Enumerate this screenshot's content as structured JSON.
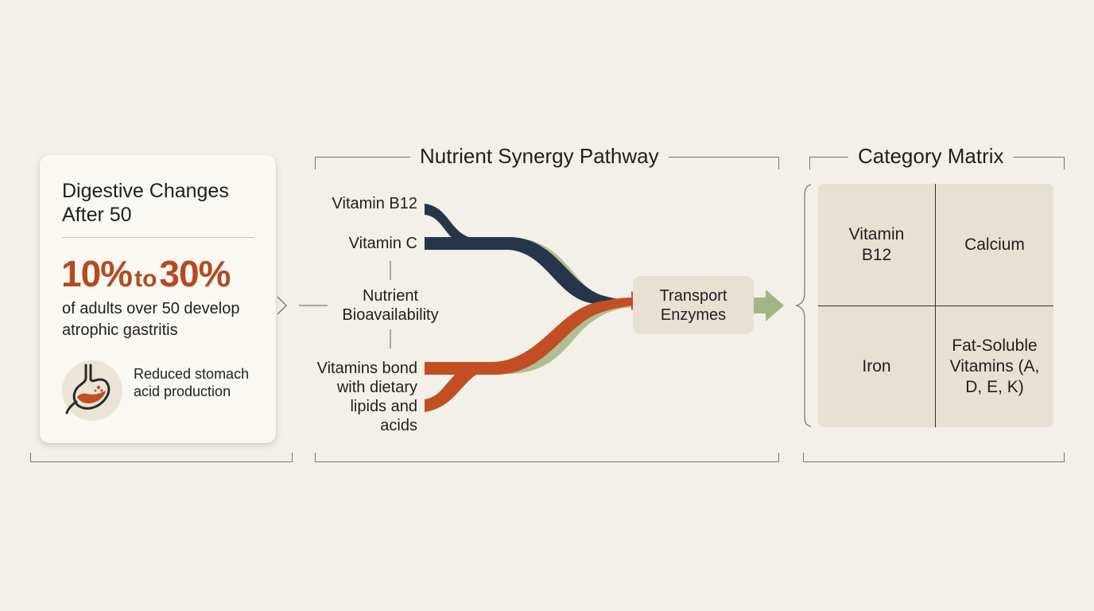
{
  "card": {
    "title": "Digestive Changes After 50",
    "stat_low": "10%",
    "stat_to": "to",
    "stat_high": "30%",
    "stat_desc": "of adults over 50 develop atrophic gastritis",
    "icon": "stomach-icon",
    "icon_note": "Reduced stomach acid production"
  },
  "pathway": {
    "title": "Nutrient Synergy Pathway",
    "inputs": [
      "Vitamin B12",
      "Vitamin C",
      "Vitamins bond with dietary lipids and acids"
    ],
    "middle_label": "Nutrient Bioavailability",
    "target": "Transport Enzymes"
  },
  "matrix": {
    "title": "Category Matrix",
    "cells": [
      "Vitamin B12",
      "Calcium",
      "Iron",
      "Fat-Soluble Vitamins (A, D, E, K)"
    ]
  },
  "colors": {
    "navy": "#26354a",
    "rust": "#c24f23",
    "sage": "#a4b585",
    "accent_text": "#b44a22",
    "matrix_bg": "#e6e1d2"
  }
}
